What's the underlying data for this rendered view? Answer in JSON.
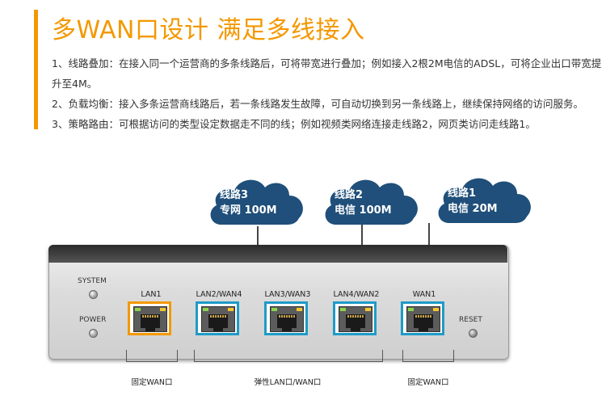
{
  "header": {
    "title": "多WAN口设计 满足多线接入",
    "points": [
      "1、线路叠加：在接入同一个运营商的多条线路后，可将带宽进行叠加；例如接入2根2M电信的ADSL，可将企业出口带宽提升至4M。",
      "2、负载均衡：接入多条运营商线路后，若一条线路发生故障，可自动切换到另一条线路上，继续保持网络的访问服务。",
      "3、策略路由：可根据访问的类型设定数据走不同的线；例如视频类网络连接走线路2，网页类访问走线路1。"
    ]
  },
  "clouds": [
    {
      "line1": "线路3",
      "line2": "专网 100M"
    },
    {
      "line1": "线路2",
      "line2": "电信 100M"
    },
    {
      "line1": "线路1",
      "line2": "电信 20M"
    }
  ],
  "router": {
    "system_label": "SYSTEM",
    "power_label": "POWER",
    "reset_label": "RESET",
    "ports": [
      {
        "label": "LAN1",
        "frame": "orange"
      },
      {
        "label": "LAN2/WAN4",
        "frame": "blue"
      },
      {
        "label": "LAN3/WAN3",
        "frame": "blue"
      },
      {
        "label": "LAN4/WAN2",
        "frame": "blue"
      },
      {
        "label": "WAN1",
        "frame": "blue"
      }
    ]
  },
  "brackets": {
    "fixed_wan_left": "固定WAN口",
    "elastic": "弹性LAN口/WAN口",
    "fixed_wan_right": "固定WAN口"
  },
  "colors": {
    "accent": "#f39800",
    "cloud": "#1f4f7a",
    "port_blue": "#1e9bc7"
  }
}
